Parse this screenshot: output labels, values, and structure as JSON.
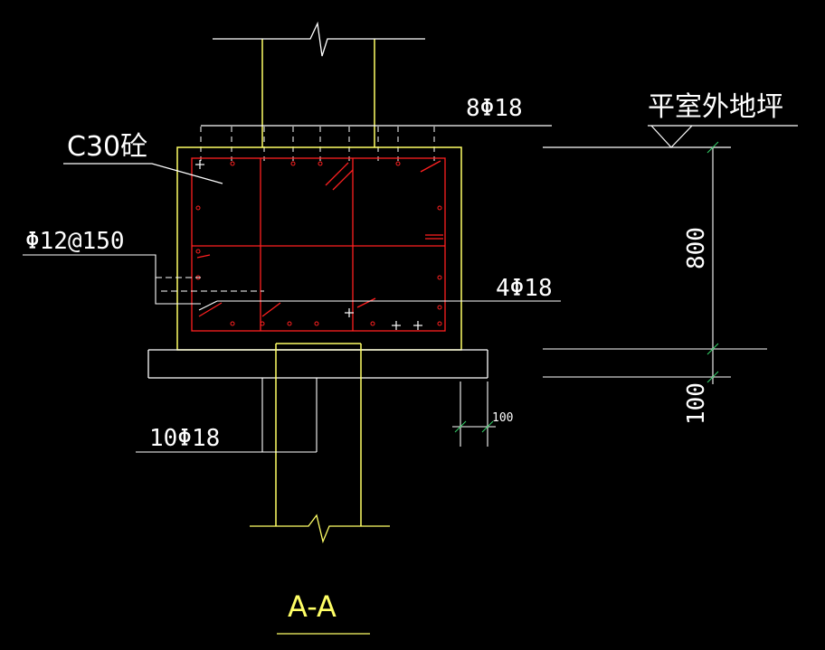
{
  "colors": {
    "background": "#000000",
    "concrete_outline": "#ffff66",
    "rebar": "#ff2020",
    "leader": "#ffffff",
    "footing": "#ffffff"
  },
  "labels": {
    "top_bars": "8Φ18",
    "concrete_grade": "C30砼",
    "stirrups": "Φ12@150",
    "middle_bars": "4Φ18",
    "bottom_bars": "10Φ18",
    "ground_level": "平室外地坪",
    "dim_height": "800",
    "dim_slab": "100",
    "dim_offset": "100",
    "section_title": "A-A"
  }
}
